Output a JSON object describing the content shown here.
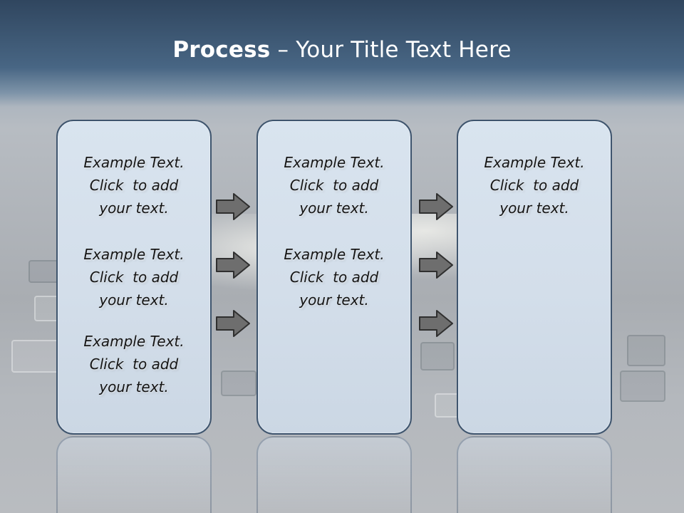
{
  "title": {
    "bold": "Process",
    "rest": " – Your Title Text Here"
  },
  "boxes": [
    {
      "items": [
        [
          "Example Text.",
          "Click  to add",
          "your text."
        ],
        [
          "Example Text.",
          "Click  to add",
          "your text."
        ],
        [
          "Example Text.",
          "Click  to add",
          "your text."
        ]
      ]
    },
    {
      "items": [
        [
          "Example Text.",
          "Click  to add",
          "your text."
        ],
        [
          "Example Text.",
          "Click  to add",
          "your text."
        ]
      ]
    },
    {
      "items": [
        [
          "Example Text.",
          "Click  to add",
          "your text."
        ]
      ]
    }
  ],
  "colors": {
    "box_border": "#3f556e",
    "box_fill": "#d3deea",
    "arrow_fill": "#6e6e6e",
    "title_text": "#ffffff",
    "header_band": "#486684"
  },
  "icons": [
    "right-arrow-icon"
  ]
}
